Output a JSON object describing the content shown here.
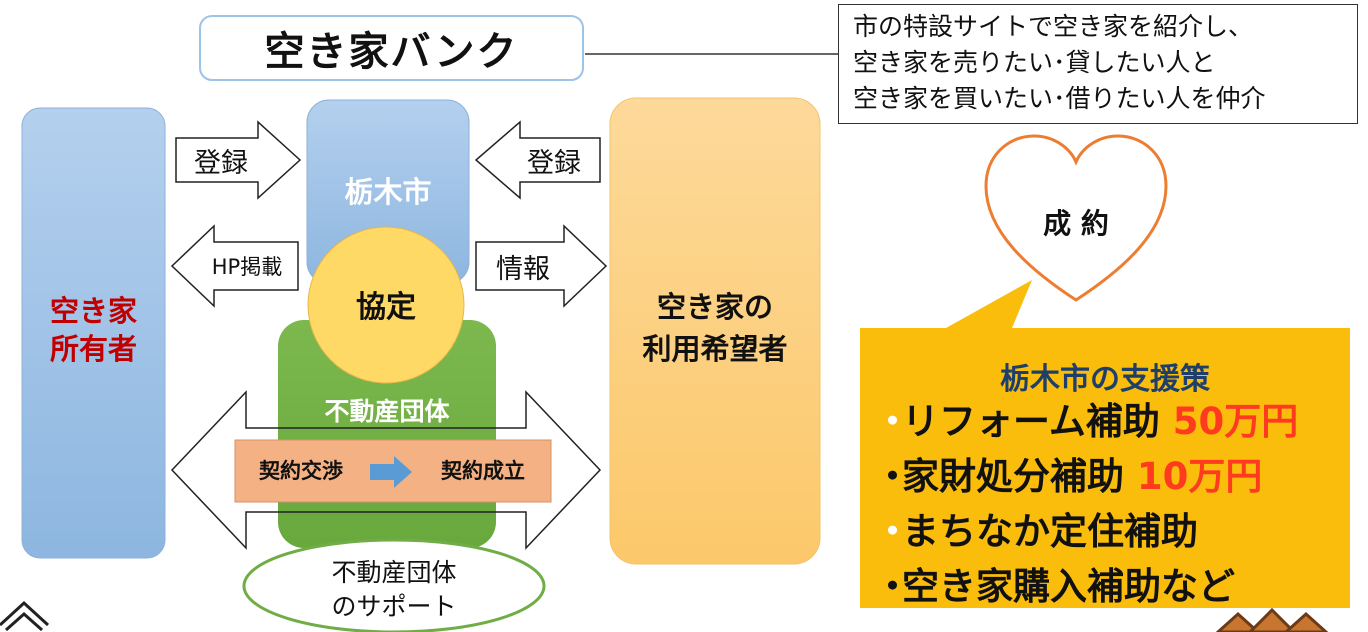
{
  "title": "空き家バンク",
  "note": [
    "市の特設サイトで空き家を紹介し、",
    "空き家を売りたい･貸したい人と",
    "空き家を買いたい･借りたい人を仲介"
  ],
  "owner": [
    "空き家",
    "所有者"
  ],
  "city": "栃木市",
  "agreement": "協定",
  "realestate": "不動産団体",
  "negotiation": "契約交渉",
  "contract": "契約成立",
  "support_oval": [
    "不動産団体",
    "のサポート"
  ],
  "user": [
    "空き家の",
    "利用希望者"
  ],
  "arrows": {
    "register_left": "登録",
    "register_right": "登録",
    "hp": "HP掲載",
    "info": "情報"
  },
  "heart": "成 約",
  "support_box": {
    "heading": "栃木市の支援策",
    "items": [
      {
        "bullet": "・",
        "text": "リフォーム補助 ",
        "amount": "50万円"
      },
      {
        "bullet": "・",
        "text": "家財処分補助 ",
        "amount": "10万円"
      },
      {
        "bullet": "・",
        "text": "まちなか定住補助",
        "amount": ""
      },
      {
        "bullet": "・",
        "text": "空き家購入補助など",
        "amount": ""
      }
    ]
  },
  "colors": {
    "owner_fill": "#9dc3e6",
    "city_fill": "#9dc3e6",
    "user_fill": "#fdd38a",
    "agreement_fill": "#ffd966",
    "realestate_fill": "#70ad47",
    "contract_fill": "#f4b183",
    "heart_stroke": "#ed7d31",
    "support_fill": "#fbbd0c",
    "amount_text": "#ff3b1f",
    "heading_text": "#1f3f6b",
    "owner_text": "#c00000"
  }
}
